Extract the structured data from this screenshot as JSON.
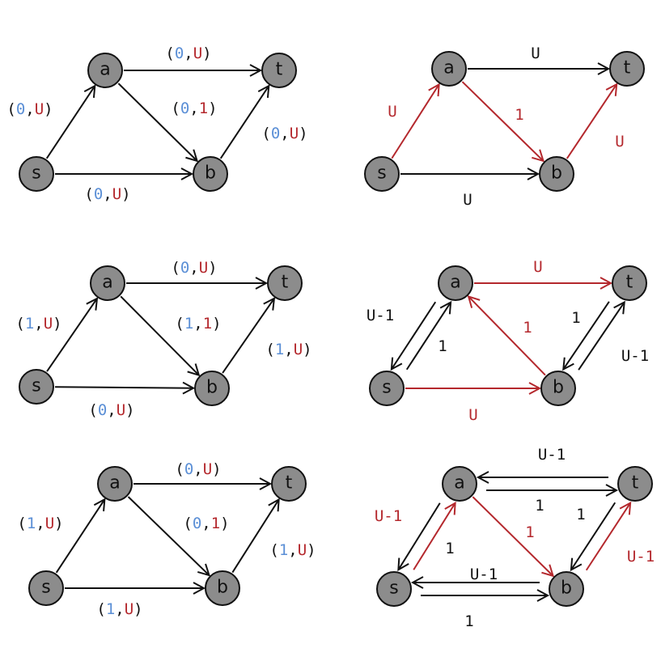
{
  "colors": {
    "black": "#111111",
    "red": "#b4282d",
    "blue": "#5b8fd6",
    "node_fill": "#8c8c8c"
  },
  "panels": [
    {
      "id": "flow-0",
      "kind": "flow",
      "nodes": [
        "s",
        "a",
        "b",
        "t"
      ],
      "edges": [
        {
          "from": "s",
          "to": "a",
          "flow": "0",
          "cap": "U"
        },
        {
          "from": "a",
          "to": "t",
          "flow": "0",
          "cap": "U"
        },
        {
          "from": "a",
          "to": "b",
          "flow": "0",
          "cap": "1"
        },
        {
          "from": "b",
          "to": "t",
          "flow": "0",
          "cap": "U"
        },
        {
          "from": "s",
          "to": "b",
          "flow": "0",
          "cap": "U"
        }
      ]
    },
    {
      "id": "residual-0",
      "kind": "residual",
      "nodes": [
        "s",
        "a",
        "b",
        "t"
      ],
      "edges": [
        {
          "from": "s",
          "to": "a",
          "label": "U",
          "color": "red"
        },
        {
          "from": "a",
          "to": "t",
          "label": "U",
          "color": "black"
        },
        {
          "from": "a",
          "to": "b",
          "label": "1",
          "color": "red"
        },
        {
          "from": "b",
          "to": "t",
          "label": "U",
          "color": "red"
        },
        {
          "from": "s",
          "to": "b",
          "label": "U",
          "color": "black"
        }
      ]
    },
    {
      "id": "flow-1",
      "kind": "flow",
      "nodes": [
        "s",
        "a",
        "b",
        "t"
      ],
      "edges": [
        {
          "from": "s",
          "to": "a",
          "flow": "1",
          "cap": "U"
        },
        {
          "from": "a",
          "to": "t",
          "flow": "0",
          "cap": "U"
        },
        {
          "from": "a",
          "to": "b",
          "flow": "1",
          "cap": "1"
        },
        {
          "from": "b",
          "to": "t",
          "flow": "1",
          "cap": "U"
        },
        {
          "from": "s",
          "to": "b",
          "flow": "0",
          "cap": "U"
        }
      ]
    },
    {
      "id": "residual-1",
      "kind": "residual",
      "nodes": [
        "s",
        "a",
        "b",
        "t"
      ],
      "edges": [
        {
          "from": "a",
          "to": "t",
          "label": "U",
          "color": "red"
        },
        {
          "from": "s",
          "to": "a",
          "label": "U-1",
          "color": "black"
        },
        {
          "from": "a",
          "to": "s",
          "label": "1",
          "color": "black"
        },
        {
          "from": "b",
          "to": "a",
          "label": "1",
          "color": "red"
        },
        {
          "from": "t",
          "to": "b",
          "label": "1",
          "color": "black"
        },
        {
          "from": "b",
          "to": "t",
          "label": "U-1",
          "color": "black"
        },
        {
          "from": "s",
          "to": "b",
          "label": "U",
          "color": "red"
        }
      ]
    },
    {
      "id": "flow-2",
      "kind": "flow",
      "nodes": [
        "s",
        "a",
        "b",
        "t"
      ],
      "edges": [
        {
          "from": "s",
          "to": "a",
          "flow": "1",
          "cap": "U"
        },
        {
          "from": "a",
          "to": "t",
          "flow": "0",
          "cap": "U"
        },
        {
          "from": "a",
          "to": "b",
          "flow": "0",
          "cap": "1"
        },
        {
          "from": "b",
          "to": "t",
          "flow": "1",
          "cap": "U"
        },
        {
          "from": "s",
          "to": "b",
          "flow": "1",
          "cap": "U"
        }
      ]
    },
    {
      "id": "residual-2",
      "kind": "residual",
      "nodes": [
        "s",
        "a",
        "b",
        "t"
      ],
      "edges": [
        {
          "from": "a",
          "to": "t",
          "label": "U-1",
          "color": "black"
        },
        {
          "from": "t",
          "to": "a",
          "label": "1",
          "color": "black"
        },
        {
          "from": "s",
          "to": "a",
          "label": "U-1",
          "color": "red"
        },
        {
          "from": "a",
          "to": "s",
          "label": "1",
          "color": "black"
        },
        {
          "from": "a",
          "to": "b",
          "label": "1",
          "color": "red"
        },
        {
          "from": "t",
          "to": "b",
          "label": "1",
          "color": "black"
        },
        {
          "from": "b",
          "to": "t",
          "label": "U-1",
          "color": "red"
        },
        {
          "from": "s",
          "to": "b",
          "label": "U-1",
          "color": "black"
        },
        {
          "from": "b",
          "to": "s",
          "label": "1",
          "color": "black"
        }
      ]
    }
  ]
}
